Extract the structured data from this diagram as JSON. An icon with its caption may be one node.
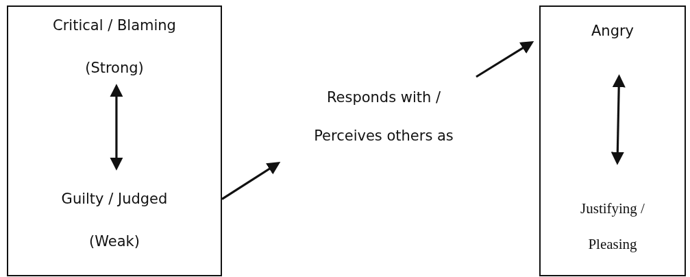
{
  "diagram": {
    "nodes": [
      {
        "text": [],
        "shape": "box"
      },
      {
        "text": [
          "Critical / Blaming",
          "(Strong)"
        ],
        "in": 0
      },
      {
        "text": [
          "Guilty / Judged",
          "(Weak)"
        ],
        "in": 0
      },
      {
        "text": [
          "Responds with / Perceives others as"
        ]
      },
      {
        "text": [],
        "shape": "box"
      },
      {
        "text": [
          "Angry"
        ],
        "in": 4
      },
      {
        "text": [
          "Justifying / Pleasing"
        ],
        "in": 4
      }
    ],
    "edges": [
      {
        "from": 1,
        "to": 2,
        "arrow": "both"
      },
      {
        "from": 0,
        "to": 3,
        "arrow": "to"
      },
      {
        "from": 3,
        "to": 4,
        "arrow": "to"
      },
      {
        "from": 5,
        "to": 6,
        "arrow": "both"
      }
    ]
  }
}
